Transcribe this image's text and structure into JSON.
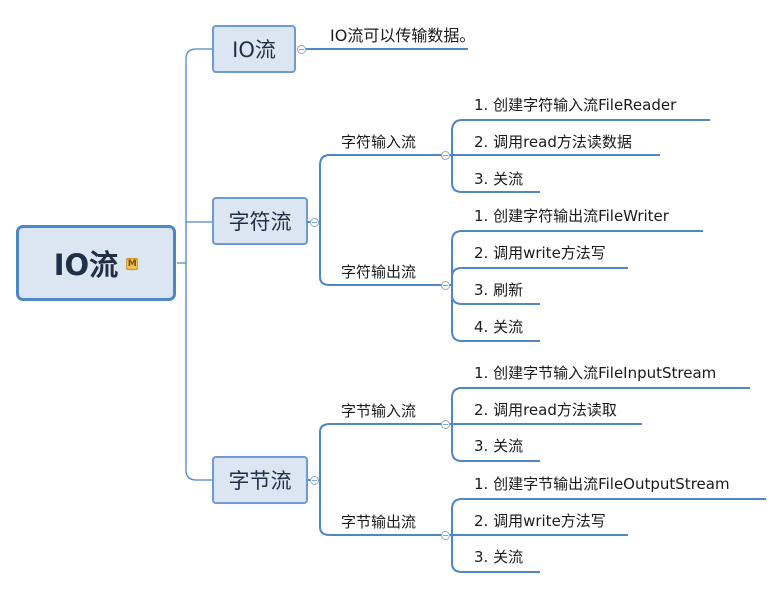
{
  "root": {
    "label": "IO流",
    "badge": "M"
  },
  "branches": {
    "io": {
      "label": "IO流",
      "description": "IO流可以传输数据。"
    },
    "char": {
      "label": "字符流",
      "input": {
        "label": "字符输入流",
        "steps": [
          "1. 创建字符输入流FileReader",
          "2. 调用read方法读数据",
          "3. 关流"
        ]
      },
      "output": {
        "label": "字符输出流",
        "steps": [
          "1. 创建字符输出流FileWriter",
          "2. 调用write方法写",
          "3. 刷新",
          "4. 关流"
        ]
      }
    },
    "byte": {
      "label": "字节流",
      "input": {
        "label": "字节输入流",
        "steps": [
          "1. 创建字节输入流FileInputStream",
          "2. 调用read方法读取",
          "3. 关流"
        ]
      },
      "output": {
        "label": "字节输出流",
        "steps": [
          "1. 创建字节输出流FileOutputStream",
          "2. 调用write方法写",
          "3. 关流"
        ]
      }
    }
  },
  "collapse_symbol": "−",
  "colors": {
    "line": "#4f86c6",
    "node_fill": "#dce6f3",
    "node_border": "#6e9ad2"
  }
}
